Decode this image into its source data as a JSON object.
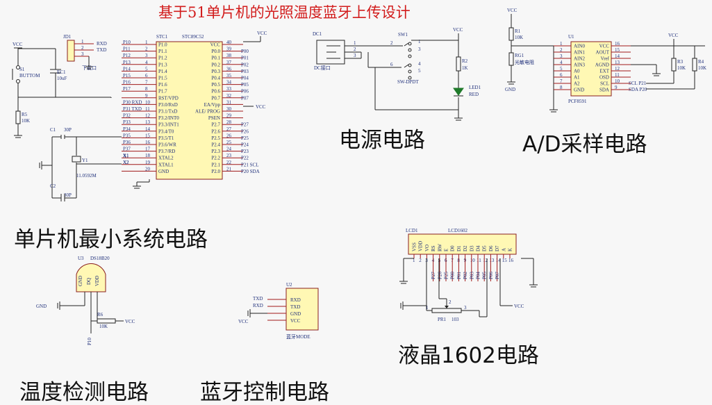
{
  "title": "基于51单片机的光照温度蓝牙上传设计",
  "sections": {
    "power": "电源电路",
    "ad": "A/D采样电路",
    "mcu": "单片机最小系统电路",
    "lcd": "液晶1602电路",
    "temp": "温度检测电路",
    "bt": "蓝牙控制电路"
  },
  "mcu": {
    "ref": "STC1",
    "part": "STC89C52",
    "left_pins": [
      {
        "num": "1",
        "name": "P1.0",
        "net": "P10"
      },
      {
        "num": "2",
        "name": "P1.1",
        "net": "P11"
      },
      {
        "num": "3",
        "name": "P1.2",
        "net": "P12"
      },
      {
        "num": "4",
        "name": "P1.3",
        "net": "P13"
      },
      {
        "num": "5",
        "name": "P1.4",
        "net": "P14"
      },
      {
        "num": "6",
        "name": "P1.5",
        "net": "P15"
      },
      {
        "num": "7",
        "name": "P1.6",
        "net": "P16"
      },
      {
        "num": "8",
        "name": "P1.7",
        "net": "P17"
      },
      {
        "num": "9",
        "name": "RST/VPD",
        "net": ""
      },
      {
        "num": "10",
        "name": "P3.0/RxD",
        "net": "P30 RXD"
      },
      {
        "num": "11",
        "name": "P3.1/TxD",
        "net": "P31 TXD"
      },
      {
        "num": "12",
        "name": "P3.2/INT0",
        "net": "P32"
      },
      {
        "num": "13",
        "name": "P3.3/INT1",
        "net": "P33"
      },
      {
        "num": "14",
        "name": "P3.4/T0",
        "net": "P34"
      },
      {
        "num": "15",
        "name": "P3.5/T1",
        "net": "P35"
      },
      {
        "num": "16",
        "name": "P3.6/WR",
        "net": "P36"
      },
      {
        "num": "17",
        "name": "P3.7/RD",
        "net": "P37"
      },
      {
        "num": "18",
        "name": "XTAL2",
        "net": "X1"
      },
      {
        "num": "19",
        "name": "XTAL1",
        "net": "X2"
      },
      {
        "num": "20",
        "name": "GND",
        "net": ""
      }
    ],
    "right_pins": [
      {
        "num": "40",
        "name": "VCC",
        "net": ""
      },
      {
        "num": "39",
        "name": "P0.0",
        "net": "P00"
      },
      {
        "num": "38",
        "name": "P0.1",
        "net": "P01"
      },
      {
        "num": "37",
        "name": "P0.2",
        "net": "P02"
      },
      {
        "num": "36",
        "name": "P0.3",
        "net": "P03"
      },
      {
        "num": "35",
        "name": "P0.4",
        "net": "P04"
      },
      {
        "num": "34",
        "name": "P0.5",
        "net": "P05"
      },
      {
        "num": "33",
        "name": "P0.6",
        "net": "P06"
      },
      {
        "num": "32",
        "name": "P0.7",
        "net": "P07"
      },
      {
        "num": "31",
        "name": "EA/Vpp",
        "net": ""
      },
      {
        "num": "30",
        "name": "ALE/ PROG",
        "net": ""
      },
      {
        "num": "29",
        "name": "PSEN",
        "net": ""
      },
      {
        "num": "28",
        "name": "P2.7",
        "net": "P27"
      },
      {
        "num": "27",
        "name": "P2.6",
        "net": "P26"
      },
      {
        "num": "26",
        "name": "P2.5",
        "net": "P25"
      },
      {
        "num": "25",
        "name": "P2.4",
        "net": "P24"
      },
      {
        "num": "24",
        "name": "P2.3",
        "net": "P23"
      },
      {
        "num": "23",
        "name": "P2.2",
        "net": "P22"
      },
      {
        "num": "22",
        "name": "P2.1",
        "net": "P21 SCL"
      },
      {
        "num": "21",
        "name": "P2.0",
        "net": "P20 SDA"
      }
    ]
  },
  "pcf": {
    "ref": "U1",
    "part": "PCF8591",
    "left_pins": [
      {
        "num": "1",
        "name": "AIN0"
      },
      {
        "num": "2",
        "name": "AIN1"
      },
      {
        "num": "3",
        "name": "AIN2"
      },
      {
        "num": "4",
        "name": "AIN3"
      },
      {
        "num": "5",
        "name": "A0"
      },
      {
        "num": "6",
        "name": "A1"
      },
      {
        "num": "7",
        "name": "A2"
      },
      {
        "num": "8",
        "name": "GND"
      }
    ],
    "right_pins": [
      {
        "num": "16",
        "name": "VCC",
        "net": ""
      },
      {
        "num": "15",
        "name": "AOUT",
        "net": ""
      },
      {
        "num": "14",
        "name": "Vref",
        "net": ""
      },
      {
        "num": "13",
        "name": "AGND",
        "net": ""
      },
      {
        "num": "12",
        "name": "EXT",
        "net": ""
      },
      {
        "num": "11",
        "name": "OSD",
        "net": "SCL P21"
      },
      {
        "num": "10",
        "name": "SCL",
        "net": "SDA P20"
      },
      {
        "num": "9",
        "name": "SDA",
        "net": ""
      }
    ]
  },
  "lcd": {
    "ref": "LCD1",
    "part": "LCD1602",
    "pins": [
      "VSS",
      "VDD",
      "VO",
      "RS",
      "RW",
      "E",
      "D0",
      "D1",
      "D2",
      "D3",
      "D4",
      "D5",
      "D6",
      "D7",
      "A",
      "K"
    ],
    "nets": [
      "",
      "",
      "",
      "P27",
      "P26",
      "P25",
      "P00",
      "P01",
      "P02",
      "P03",
      "P04",
      "P05",
      "P06",
      "P07",
      "",
      ""
    ],
    "pot_ref": "PR1",
    "pot_val": "103"
  },
  "labels": {
    "vcc": "VCC",
    "gnd": "GND",
    "jd1": "JD1",
    "jd1_rxd": "RXD",
    "jd1_txd": "TXD",
    "jd1_note": "下载口",
    "s1": "S1",
    "s1_name": "BUTTOM",
    "ec1": "EC1",
    "ec1_val": "10uF",
    "r5": "R5",
    "r5_val": "10K",
    "c1": "C1",
    "c1_val": "30P",
    "c2": "C2",
    "c2_val": "30P",
    "y1": "Y1",
    "y1_val": "11.0592M",
    "dc1": "DC1",
    "dc1_note": "DC接口",
    "sw1": "SW1",
    "sw1_name": "SW-DPDT",
    "r2": "R2",
    "r2_val": "1K",
    "led1": "LED1",
    "led1_color": "RED",
    "r1": "R1",
    "r1_val": "10K",
    "rg1": "RG1",
    "rg1_note": "光敏电阻",
    "r3": "R3",
    "r3_val": "10K",
    "r4": "R4",
    "r4_val": "10K",
    "u3": "U3",
    "u3_part": "DS18B20",
    "u3_pins": [
      "GND",
      "DQ",
      "VDD"
    ],
    "r6": "R6",
    "r6_val": "10K",
    "p10": "P10",
    "u2": "U2",
    "u2_pins": [
      "RXD",
      "TXD",
      "GND",
      "VCC"
    ],
    "u2_nets": [
      "TXD",
      "RXD",
      "",
      ""
    ],
    "u2_note": "蓝牙MODE",
    "x1": "X1",
    "x2": "X2"
  }
}
